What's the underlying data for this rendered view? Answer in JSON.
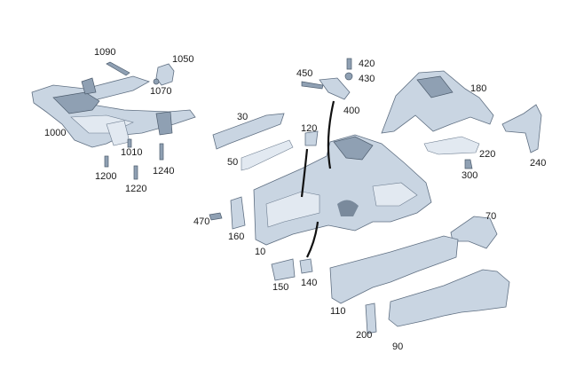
{
  "diagram": {
    "parts": [
      {
        "id": "1000",
        "label": "1000"
      },
      {
        "id": "1010",
        "label": "1010"
      },
      {
        "id": "1050",
        "label": "1050"
      },
      {
        "id": "1070",
        "label": "1070"
      },
      {
        "id": "1090",
        "label": "1090"
      },
      {
        "id": "1200",
        "label": "1200"
      },
      {
        "id": "1220",
        "label": "1220"
      },
      {
        "id": "1240",
        "label": "1240"
      },
      {
        "id": "10",
        "label": "10"
      },
      {
        "id": "30",
        "label": "30"
      },
      {
        "id": "50",
        "label": "50"
      },
      {
        "id": "70",
        "label": "70"
      },
      {
        "id": "90",
        "label": "90"
      },
      {
        "id": "110",
        "label": "110"
      },
      {
        "id": "120",
        "label": "120"
      },
      {
        "id": "140",
        "label": "140"
      },
      {
        "id": "150",
        "label": "150"
      },
      {
        "id": "160",
        "label": "160"
      },
      {
        "id": "180",
        "label": "180"
      },
      {
        "id": "200",
        "label": "200"
      },
      {
        "id": "220",
        "label": "220"
      },
      {
        "id": "240",
        "label": "240"
      },
      {
        "id": "300",
        "label": "300"
      },
      {
        "id": "400",
        "label": "400"
      },
      {
        "id": "420",
        "label": "420"
      },
      {
        "id": "430",
        "label": "430"
      },
      {
        "id": "450",
        "label": "450"
      },
      {
        "id": "470",
        "label": "470"
      }
    ]
  }
}
